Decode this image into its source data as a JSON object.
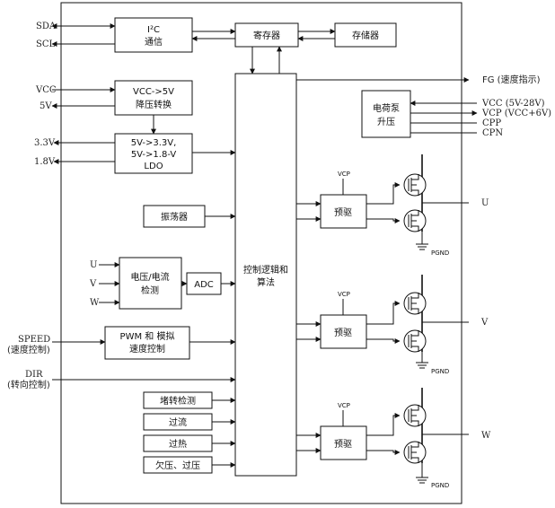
{
  "pins_left": {
    "sda": "SDA",
    "scl": "SCL",
    "vcc": "VCC",
    "v5": "5V",
    "v33": "3.3V",
    "v18": "1.8V",
    "u": "U",
    "v": "V",
    "w": "W",
    "speed": "SPEED",
    "speed_sub": "(速度控制)",
    "dir": "DIR",
    "dir_sub": "(转向控制)"
  },
  "pins_right": {
    "fg": "FG (速度指示)",
    "vcc": "VCC (5V-28V)",
    "vcp": "VCP (VCC+6V)",
    "cpp": "CPP",
    "cpn": "CPN",
    "u": "U",
    "v": "V",
    "w": "W"
  },
  "blocks": {
    "i2c_line1": "I²C",
    "i2c_line2": "通信",
    "register": "寄存器",
    "storage": "存储器",
    "ldo5_line1": "VCC->5V",
    "ldo5_line2": "降压转换",
    "ldo_line1": "5V->3.3V,",
    "ldo_line2": "5V->1.8-V",
    "ldo_line3": "LDO",
    "oscillator": "振荡器",
    "sense_line1": "电压/电流",
    "sense_line2": "检测",
    "adc": "ADC",
    "pwm_line1": "PWM 和 模拟",
    "pwm_line2": "速度控制",
    "stall": "堵转检测",
    "overcurrent": "过流",
    "overheat": "过热",
    "uvov": "欠压、过压",
    "control_line1": "控制逻辑和",
    "control_line2": "算法",
    "chargepump_line1": "电荷泵",
    "chargepump_line2": "升压",
    "predriver1": "预驱",
    "predriver2": "预驱",
    "predriver3": "预驱"
  },
  "driver_labels": {
    "vcp1": "VCP",
    "vcp2": "VCP",
    "vcp3": "VCP",
    "pgnd1": "PGND",
    "pgnd2": "PGND",
    "pgnd3": "PGND"
  }
}
